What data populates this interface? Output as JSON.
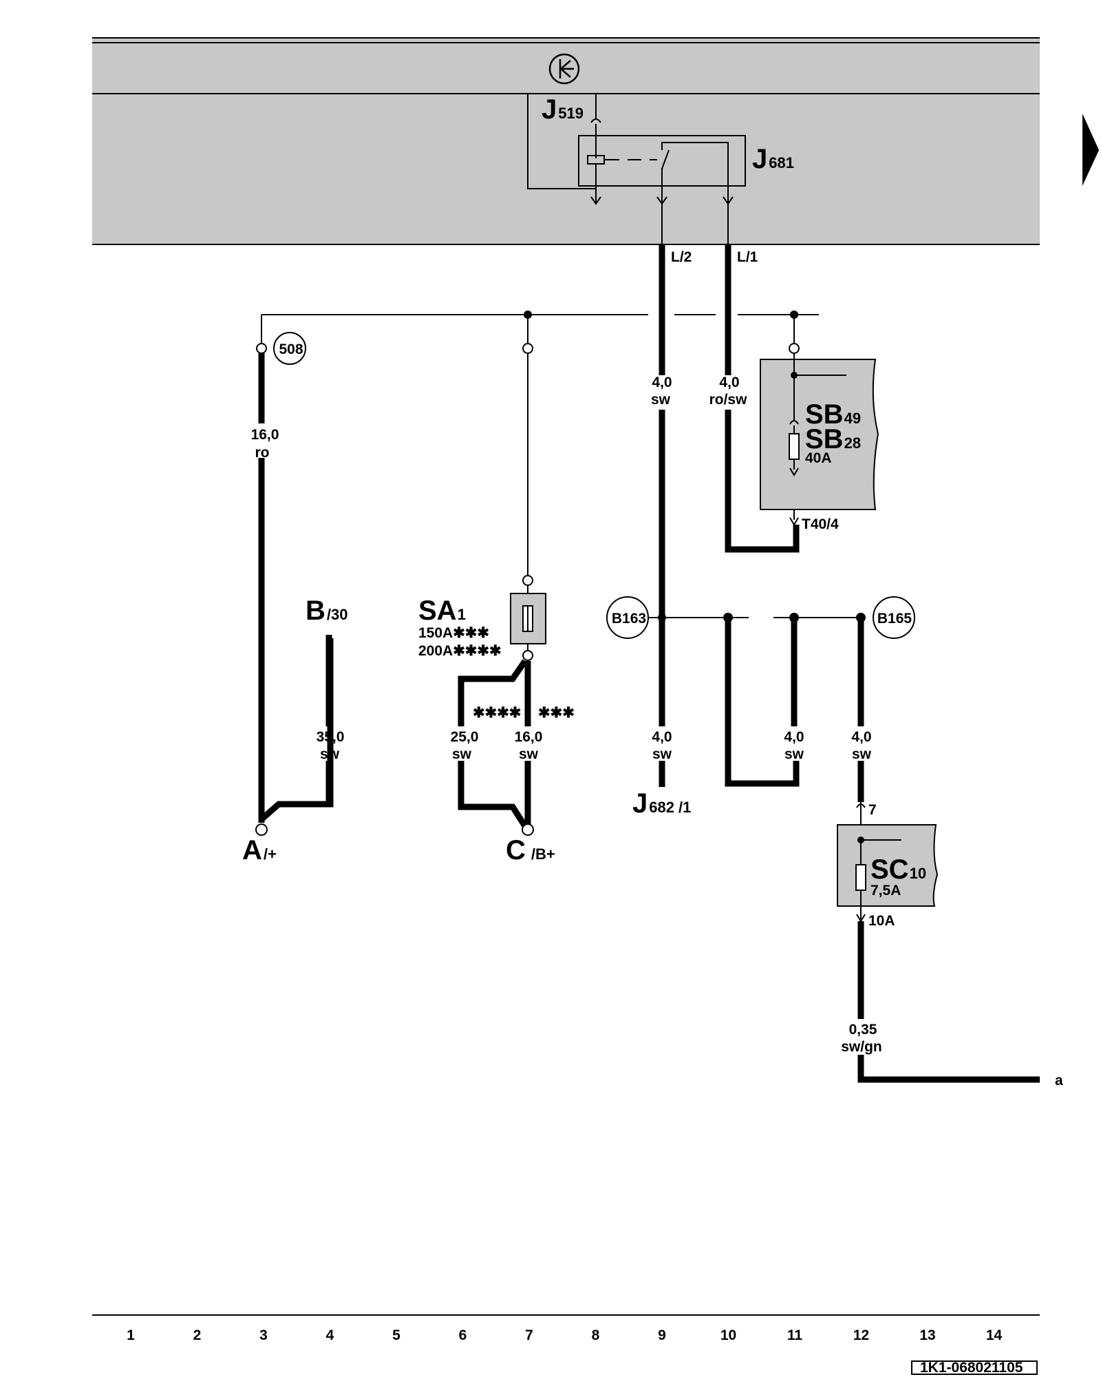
{
  "relay_box": {
    "symbol": "ground-icon",
    "fill_color": "#c8c8c8",
    "J519": {
      "main": "J",
      "sub": "519"
    },
    "J681": {
      "main": "J",
      "sub": "681"
    },
    "pin_L2": "L/2",
    "pin_L1": "L/1"
  },
  "connectors": {
    "c508": "508",
    "B163": "B163",
    "B165": "B165"
  },
  "wires": {
    "w_16_ro": {
      "size": "16,0",
      "color": "ro"
    },
    "w_4_sw_a": {
      "size": "4,0",
      "color": "sw"
    },
    "w_4_rosw": {
      "size": "4,0",
      "color": "ro/sw"
    },
    "w_35_sw": {
      "size": "35,0",
      "color": "sw"
    },
    "w_25_sw": {
      "size": "25,0",
      "color": "sw"
    },
    "w_16_sw": {
      "size": "16,0",
      "color": "sw"
    },
    "w_4_sw_b": {
      "size": "4,0",
      "color": "sw"
    },
    "w_4_sw_c": {
      "size": "4,0",
      "color": "sw"
    },
    "w_4_sw_d": {
      "size": "4,0",
      "color": "sw"
    },
    "w_035_swgn": {
      "size": "0,35",
      "color": "sw/gn"
    }
  },
  "fuse_SB": {
    "label1": {
      "main": "SB",
      "sub": "49"
    },
    "label2": {
      "main": "SB",
      "sub": "28"
    },
    "rating": "40A",
    "pin": "T40/4"
  },
  "fuse_SA": {
    "label": {
      "main": "SA",
      "sub": "1"
    },
    "rating1": "150A✱✱✱",
    "rating2": "200A✱✱✱✱",
    "mark4": "✱✱✱✱",
    "mark3": "✱✱✱"
  },
  "fuse_SC": {
    "label": {
      "main": "SC",
      "sub": "10"
    },
    "rating": "7,5A",
    "pin_top": "7",
    "pin_bottom": "10A"
  },
  "terminals": {
    "A": {
      "main": "A",
      "sub": "/+"
    },
    "B": {
      "main": "B",
      "sub": "/30"
    },
    "C": {
      "main": "C",
      "sub": "/B+"
    },
    "J682": {
      "main": "J",
      "sub": "682",
      "suffix": "/1"
    }
  },
  "continuation": "a",
  "footer": {
    "tracks": [
      "1",
      "2",
      "3",
      "4",
      "5",
      "6",
      "7",
      "8",
      "9",
      "10",
      "11",
      "12",
      "13",
      "14"
    ],
    "doc_code": "1K1-068021105"
  }
}
